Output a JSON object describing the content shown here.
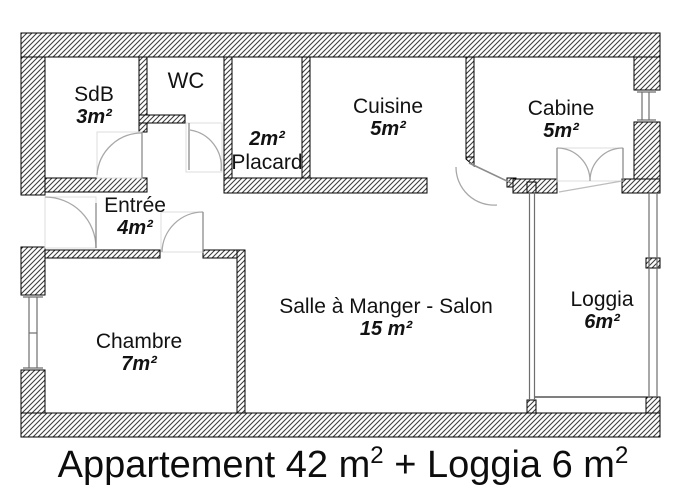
{
  "plan": {
    "rooms": {
      "sdb": {
        "name": "SdB",
        "area": "3m²"
      },
      "wc": {
        "name": "WC"
      },
      "placard": {
        "name": "Placard",
        "area": "2m²"
      },
      "cuisine": {
        "name": "Cuisine",
        "area": "5m²"
      },
      "cabine": {
        "name": "Cabine",
        "area": "5m²"
      },
      "entree": {
        "name": "Entrée",
        "area": "4m²"
      },
      "chambre": {
        "name": "Chambre",
        "area": "7m²"
      },
      "salon": {
        "name": "Salle à Manger - Salon",
        "area": "15 m²"
      },
      "loggia": {
        "name": "Loggia",
        "area": "6m²"
      }
    }
  },
  "caption": {
    "part1": "Appartement 42 m",
    "sup1": "2",
    "part2": " + Loggia 6 m",
    "sup2": "2"
  },
  "colors": {
    "background": "#ffffff",
    "wall_outline": "#000000",
    "wall_hatch": "#3f3f3f",
    "door_symbol": "#a8a8a8",
    "door_frame": "#dcdcdc",
    "window_line": "#6e6e6e",
    "text": "#121212"
  }
}
